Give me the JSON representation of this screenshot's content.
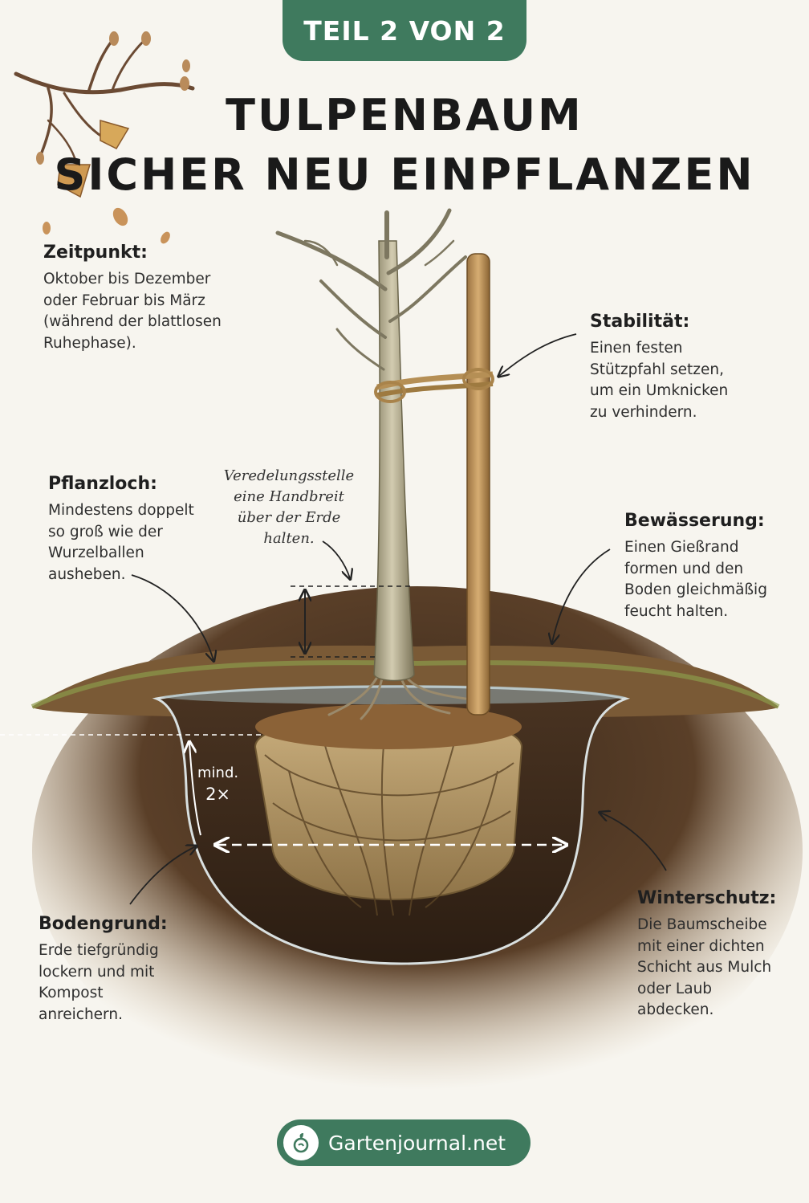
{
  "badge": "TEIL 2 VON 2",
  "title": {
    "line1": "TULPENBAUM",
    "line2": "SICHER NEU EINPFLANZEN"
  },
  "blocks": {
    "zeitpunkt": {
      "heading": "Zeitpunkt:",
      "lines": [
        "Oktober bis Dezember",
        "oder Februar bis März",
        "(während der blattlosen",
        "Ruhephase)."
      ]
    },
    "stabilitaet": {
      "heading": "Stabilität:",
      "lines": [
        "Einen festen",
        "Stützpfahl setzen,",
        "um ein Umknicken",
        "zu verhindern."
      ]
    },
    "pflanzloch": {
      "heading": "Pflanzloch:",
      "lines": [
        "Mindestens doppelt",
        "so groß wie der",
        "Wurzelballen",
        "ausheben."
      ]
    },
    "bewaesserung": {
      "heading": "Bewässerung:",
      "lines": [
        "Einen Gießrand",
        "formen und den",
        "Boden gleichmäßig",
        "feucht halten."
      ]
    },
    "bodengrund": {
      "heading": "Bodengrund:",
      "lines": [
        "Erde tiefgründig",
        "lockern und mit",
        "Kompost",
        "anreichern."
      ]
    },
    "winterschutz": {
      "heading": "Winterschutz:",
      "lines": [
        "Die Baumscheibe",
        "mit einer dichten",
        "Schicht aus Mulch",
        "oder Laub",
        "abdecken."
      ]
    }
  },
  "veredelung": {
    "lines": [
      "Veredelungsstelle",
      "eine Handbreit",
      "über der Erde",
      "halten."
    ]
  },
  "measure": {
    "mind": "mind.",
    "factor": "2×"
  },
  "footer": {
    "site": "Gartenjournal.net",
    "icon": "gartenjournal-logo-icon"
  },
  "colors": {
    "accent": "#3f7a5e",
    "background": "#f7f5ef",
    "soil": "#5a3f28",
    "burlap": "#b59a6a",
    "stake": "#c39a62"
  }
}
